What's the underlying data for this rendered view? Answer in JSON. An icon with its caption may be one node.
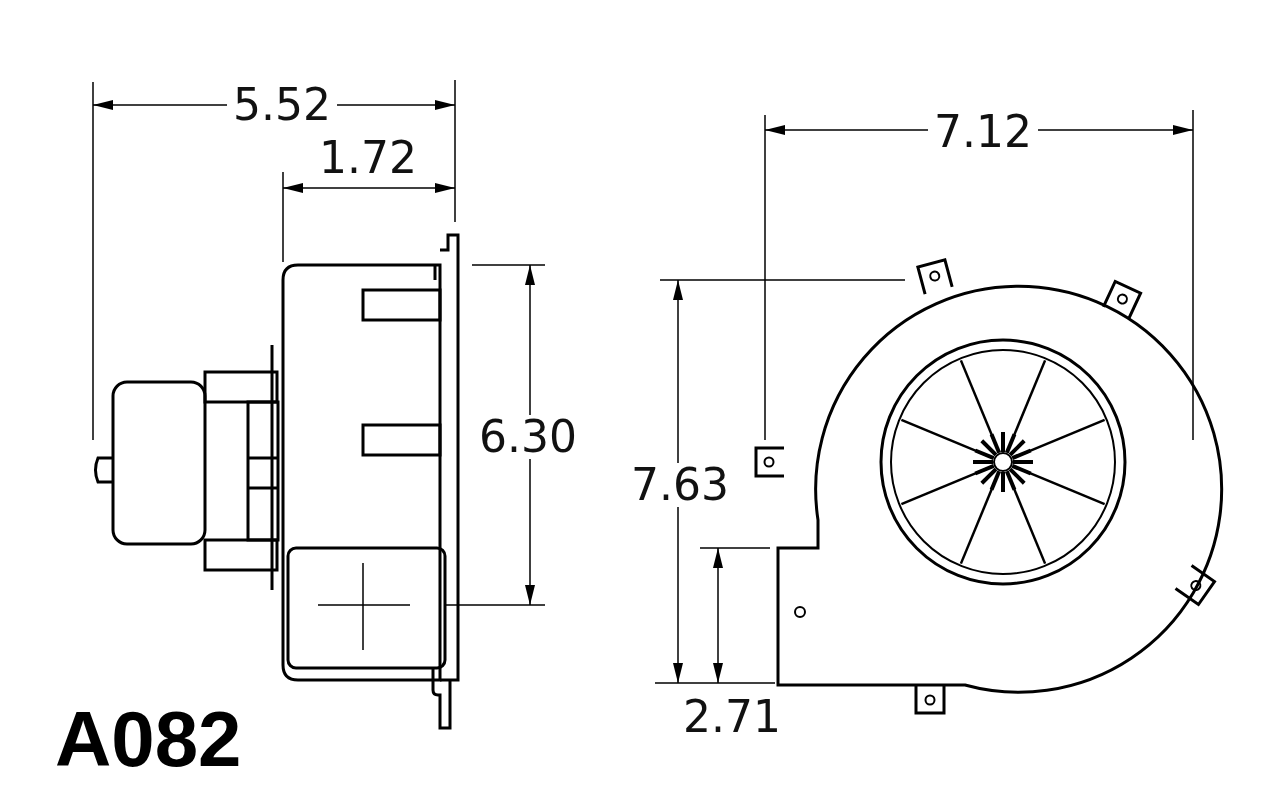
{
  "diagram": {
    "title": "A082",
    "labels": [
      "5.52",
      "1.72",
      "7.12",
      "6.30",
      "7.63",
      "2.71"
    ]
  }
}
